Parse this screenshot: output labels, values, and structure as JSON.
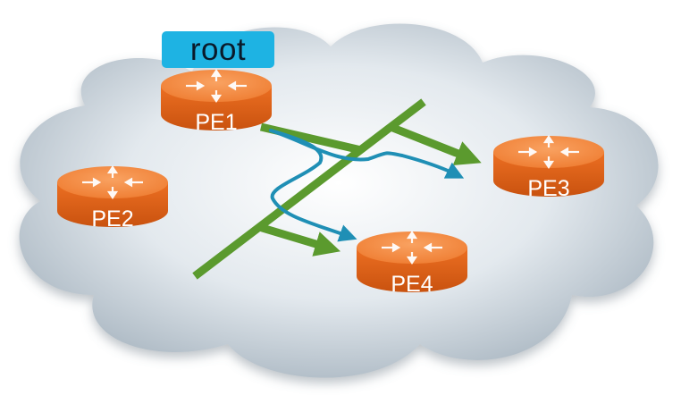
{
  "root_label": "root",
  "routers": [
    {
      "id": "pe1",
      "label": "PE1"
    },
    {
      "id": "pe2",
      "label": "PE2"
    },
    {
      "id": "pe3",
      "label": "PE3"
    },
    {
      "id": "pe4",
      "label": "PE4"
    }
  ],
  "colors": {
    "router_orange": "#e8671c",
    "router_top": "#f28a3c",
    "tree_green": "#5b9a2e",
    "path_blue": "#1f8fb5",
    "root_badge": "#1eb3e3",
    "cloud": "#cdd7e0"
  },
  "icons": [
    "router-icon",
    "cloud-shape",
    "arrow-icon"
  ]
}
